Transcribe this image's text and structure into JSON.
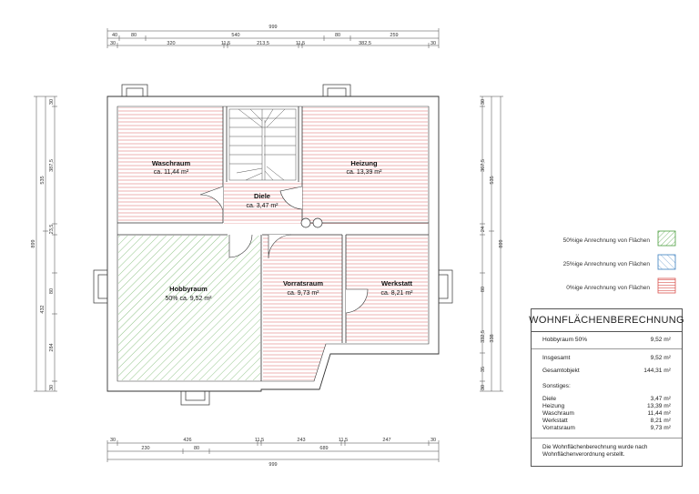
{
  "top_dims": {
    "overall": "999",
    "row2": [
      "40",
      "80",
      "540",
      "80",
      "259"
    ],
    "row3": [
      "30",
      "320",
      "11,5",
      "213,5",
      "11,5",
      "382,5",
      "30"
    ]
  },
  "bottom_dims": {
    "row1": [
      "30",
      "426",
      "11,5",
      "243",
      "11,5",
      "247",
      "30"
    ],
    "row2": [
      "230",
      "80",
      "689"
    ],
    "overall": "999"
  },
  "left_dims": {
    "inner": [
      "30",
      "387,5",
      "23,5",
      "80",
      "284",
      "30"
    ],
    "middle": [
      "535",
      "432"
    ],
    "overall": "899"
  },
  "right_dims": {
    "inner": [
      "30",
      "367,5",
      "24",
      "80",
      "332,5",
      "35",
      "30"
    ],
    "middle": [
      "535",
      "338"
    ],
    "overall": "899"
  },
  "rooms": {
    "waschraum": {
      "name": "Waschraum",
      "area": "ca. 11,44 m²"
    },
    "heizung": {
      "name": "Heizung",
      "area": "ca. 13,39 m²"
    },
    "diele": {
      "name": "Diele",
      "area": "ca. 3,47 m²"
    },
    "hobbyraum": {
      "name": "Hobbyraum",
      "area": "50% ca. 9,52 m²"
    },
    "vorratsraum": {
      "name": "Vorratsraum",
      "area": "ca. 9,73 m²"
    },
    "werkstatt": {
      "name": "Werkstatt",
      "area": "ca. 8,21 m²"
    }
  },
  "legend": [
    {
      "label": "50%ige Anrechnung von Flächen",
      "color": "#4a9e3c"
    },
    {
      "label": "25%ige Anrechnung von Flächen",
      "color": "#3b7fbf"
    },
    {
      "label": "0%ige Anrechnung von Flächen",
      "color": "#d9534f"
    }
  ],
  "calculation": {
    "title": "WOHNFLÄCHENBERECHNUNG",
    "hobby": {
      "label": "Hobbyraum 50%",
      "value": "9,52 m²"
    },
    "insgesamt": {
      "label": "Insgesamt",
      "value": "9,52 m²"
    },
    "gesamtobjekt": {
      "label": "Gesamtobjekt",
      "value": "144,31 m²"
    },
    "sonstiges_label": "Sonstiges:",
    "sonstiges": [
      {
        "label": "Diele",
        "value": "3,47 m²"
      },
      {
        "label": "Heizung",
        "value": "13,39 m²"
      },
      {
        "label": "Waschraum",
        "value": "11,44 m²"
      },
      {
        "label": "Werkstatt",
        "value": "8,21 m²"
      },
      {
        "label": "Vorratsraum",
        "value": "9,73 m²"
      }
    ],
    "note_line1": "Die Wohnflächenberechnung wurde nach",
    "note_line2": "Wohnflächenverordnung erstellt."
  }
}
